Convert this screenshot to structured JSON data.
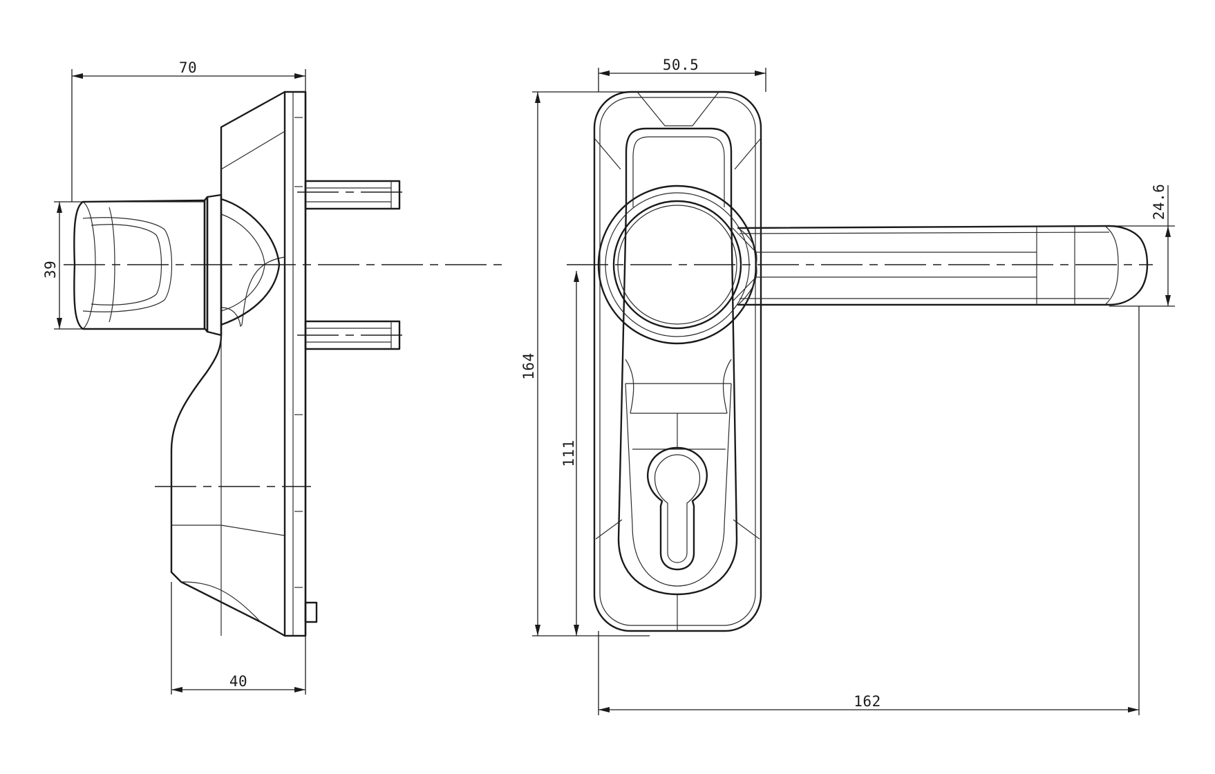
{
  "drawing": {
    "title": "",
    "views": [
      "side-view",
      "front-view"
    ]
  },
  "dimensions": {
    "side_depth": "70",
    "side_knob_height": "39",
    "side_plate_projection": "40",
    "front_plate_width": "50.5",
    "front_plate_height": "164",
    "front_spindle_to_bottom": "111",
    "front_lever_thickness": "24.6",
    "front_total_width": "162"
  },
  "colors": {
    "line": "#1a1a1a",
    "background": "#ffffff"
  }
}
